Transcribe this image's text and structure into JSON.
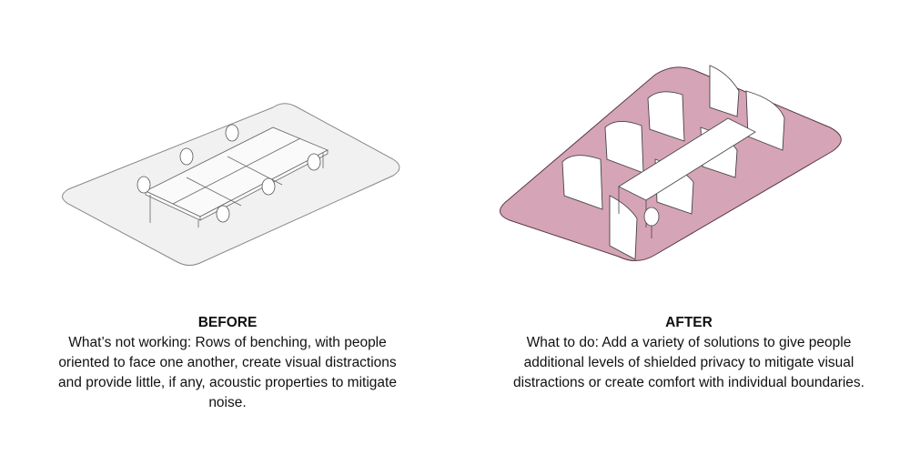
{
  "before": {
    "title": "BEFORE",
    "text": "What’s not working: Rows of benching, with people oriented to face one another, create visual distractions and provide little, if any, acoustic properties to mitigate noise.",
    "floor_color": "#f1f1f1"
  },
  "after": {
    "title": "AFTER",
    "text": "What to do: Add a variety of solutions to give people additional levels of shielded privacy to mitigate visual distractions or create comfort with individual boundaries.",
    "floor_color": "#d6a4b7"
  }
}
